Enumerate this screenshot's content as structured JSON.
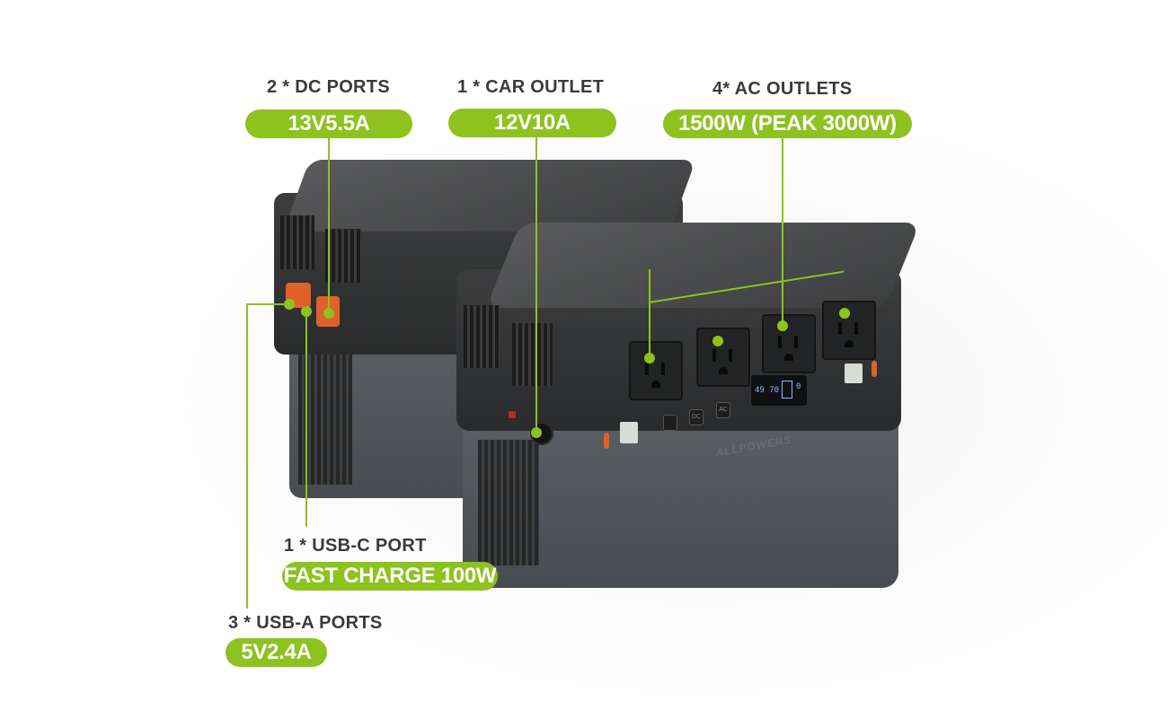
{
  "callouts": {
    "dc": {
      "title": "2 * DC PORTS",
      "value": "13V5.5A"
    },
    "car": {
      "title": "1 * CAR OUTLET",
      "value": "12V10A"
    },
    "ac": {
      "title": "4* AC OUTLETS",
      "value": "1500W (PEAK 3000W)"
    },
    "usbc": {
      "title": "1 * USB-C PORT",
      "value": "FAST CHARGE 100W"
    },
    "usba": {
      "title": "3 * USB-A PORTS",
      "value": "5V2.4A"
    }
  },
  "device": {
    "brand": "ALLPOWERS",
    "screen_left": "49 70",
    "screen_right": "0",
    "buttons": [
      "",
      "DC",
      "AC"
    ]
  },
  "colors": {
    "accent": "#8dc21f",
    "label": "#3a3a3a",
    "port_orange": "#e0602a"
  }
}
